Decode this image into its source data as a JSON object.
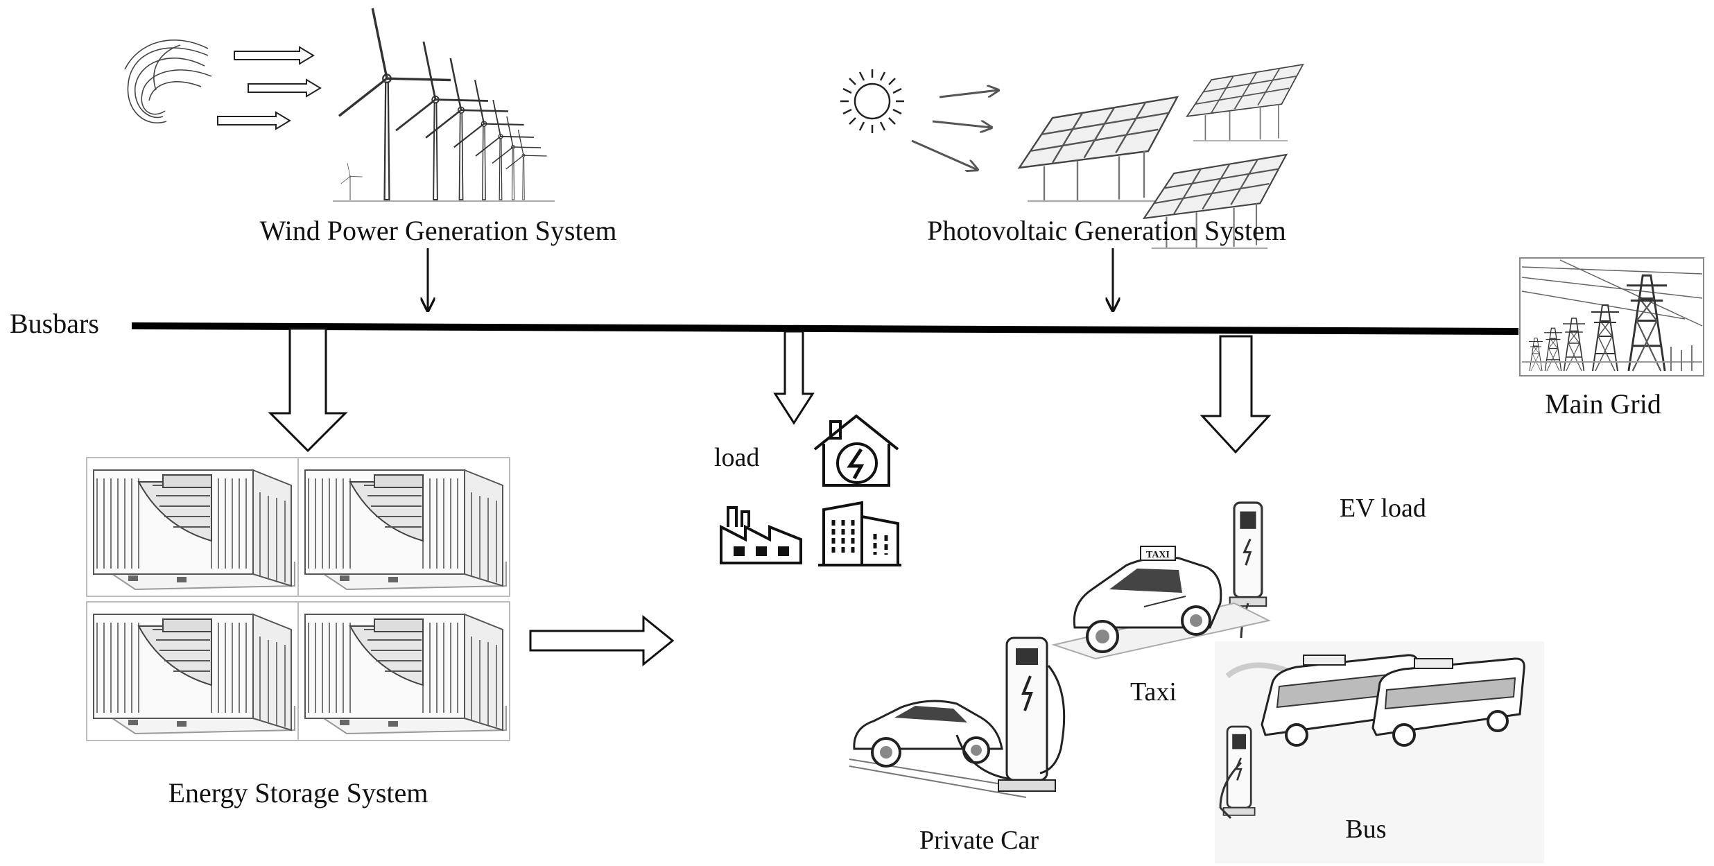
{
  "labels": {
    "wind": "Wind Power Generation System",
    "pv": "Photovoltaic Generation System",
    "busbars": "Busbars",
    "main_grid": "Main Grid",
    "storage": "Energy Storage System",
    "load": "load",
    "ev_load": "EV load",
    "taxi": "Taxi",
    "private_car": "Private Car",
    "bus": "Bus",
    "taxi_sign": "TAXI"
  },
  "icons": [
    "wind-swirl-icon",
    "wind-turbine-icon",
    "sun-icon",
    "solar-panel-icon",
    "transmission-tower-icon",
    "battery-container-icon",
    "house-bolt-icon",
    "factory-icon",
    "office-building-icon",
    "charging-station-icon",
    "taxi-icon",
    "car-icon",
    "bus-icon"
  ]
}
